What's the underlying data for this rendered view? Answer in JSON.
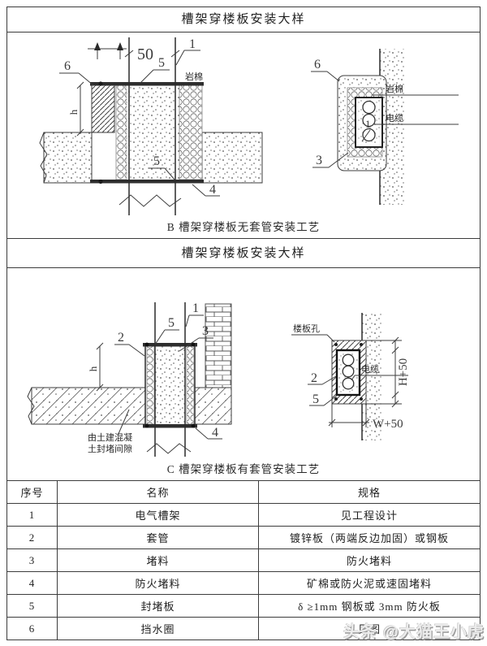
{
  "panel_b": {
    "title": "槽架穿楼板安装大样",
    "caption": "B 槽架穿楼板无套管安装工艺",
    "left": {
      "ref_6": "6",
      "dim_50": "50",
      "ref_1": "1",
      "ref_5_top": "5",
      "rockwool": "岩棉",
      "dim_h": "h",
      "ref_5_bottom": "5",
      "ref_4": "4"
    },
    "right": {
      "ref_6": "6",
      "ref_3": "3",
      "ref_1": "1",
      "rockwool": "岩棉",
      "cable": "电缆"
    }
  },
  "panel_c": {
    "title": "槽架穿楼板安装大样",
    "caption": "C 槽架穿楼板有套管安装工艺",
    "left": {
      "ref_1": "1",
      "ref_3": "3",
      "ref_5": "5",
      "ref_2": "2",
      "ref_4": "4",
      "dim_h": "h",
      "note_1": "由土建混凝",
      "note_2": "土封堵间隙"
    },
    "right": {
      "hole": "楼板孔",
      "ref_2": "2",
      "ref_5": "5",
      "cable": "电缆",
      "dim_h": "H+50",
      "dim_w": "W+50"
    }
  },
  "table": {
    "headers": [
      "序号",
      "名称",
      "规格"
    ],
    "rows": [
      {
        "no": "1",
        "name": "电气槽架",
        "spec": "见工程设计"
      },
      {
        "no": "2",
        "name": "套管",
        "spec": "镀锌板（两端反边加固）或钢板"
      },
      {
        "no": "3",
        "name": "堵料",
        "spec": "防火堵料"
      },
      {
        "no": "4",
        "name": "防火堵料",
        "spec": "矿棉或防火泥或速固堵料"
      },
      {
        "no": "5",
        "name": "封堵板",
        "spec": "δ ≥1mm 钢板或 3mm 防火板"
      },
      {
        "no": "6",
        "name": "挡水圈",
        "spec": "见图"
      }
    ]
  },
  "watermark": {
    "text": "头条 @大猫王小虎"
  }
}
